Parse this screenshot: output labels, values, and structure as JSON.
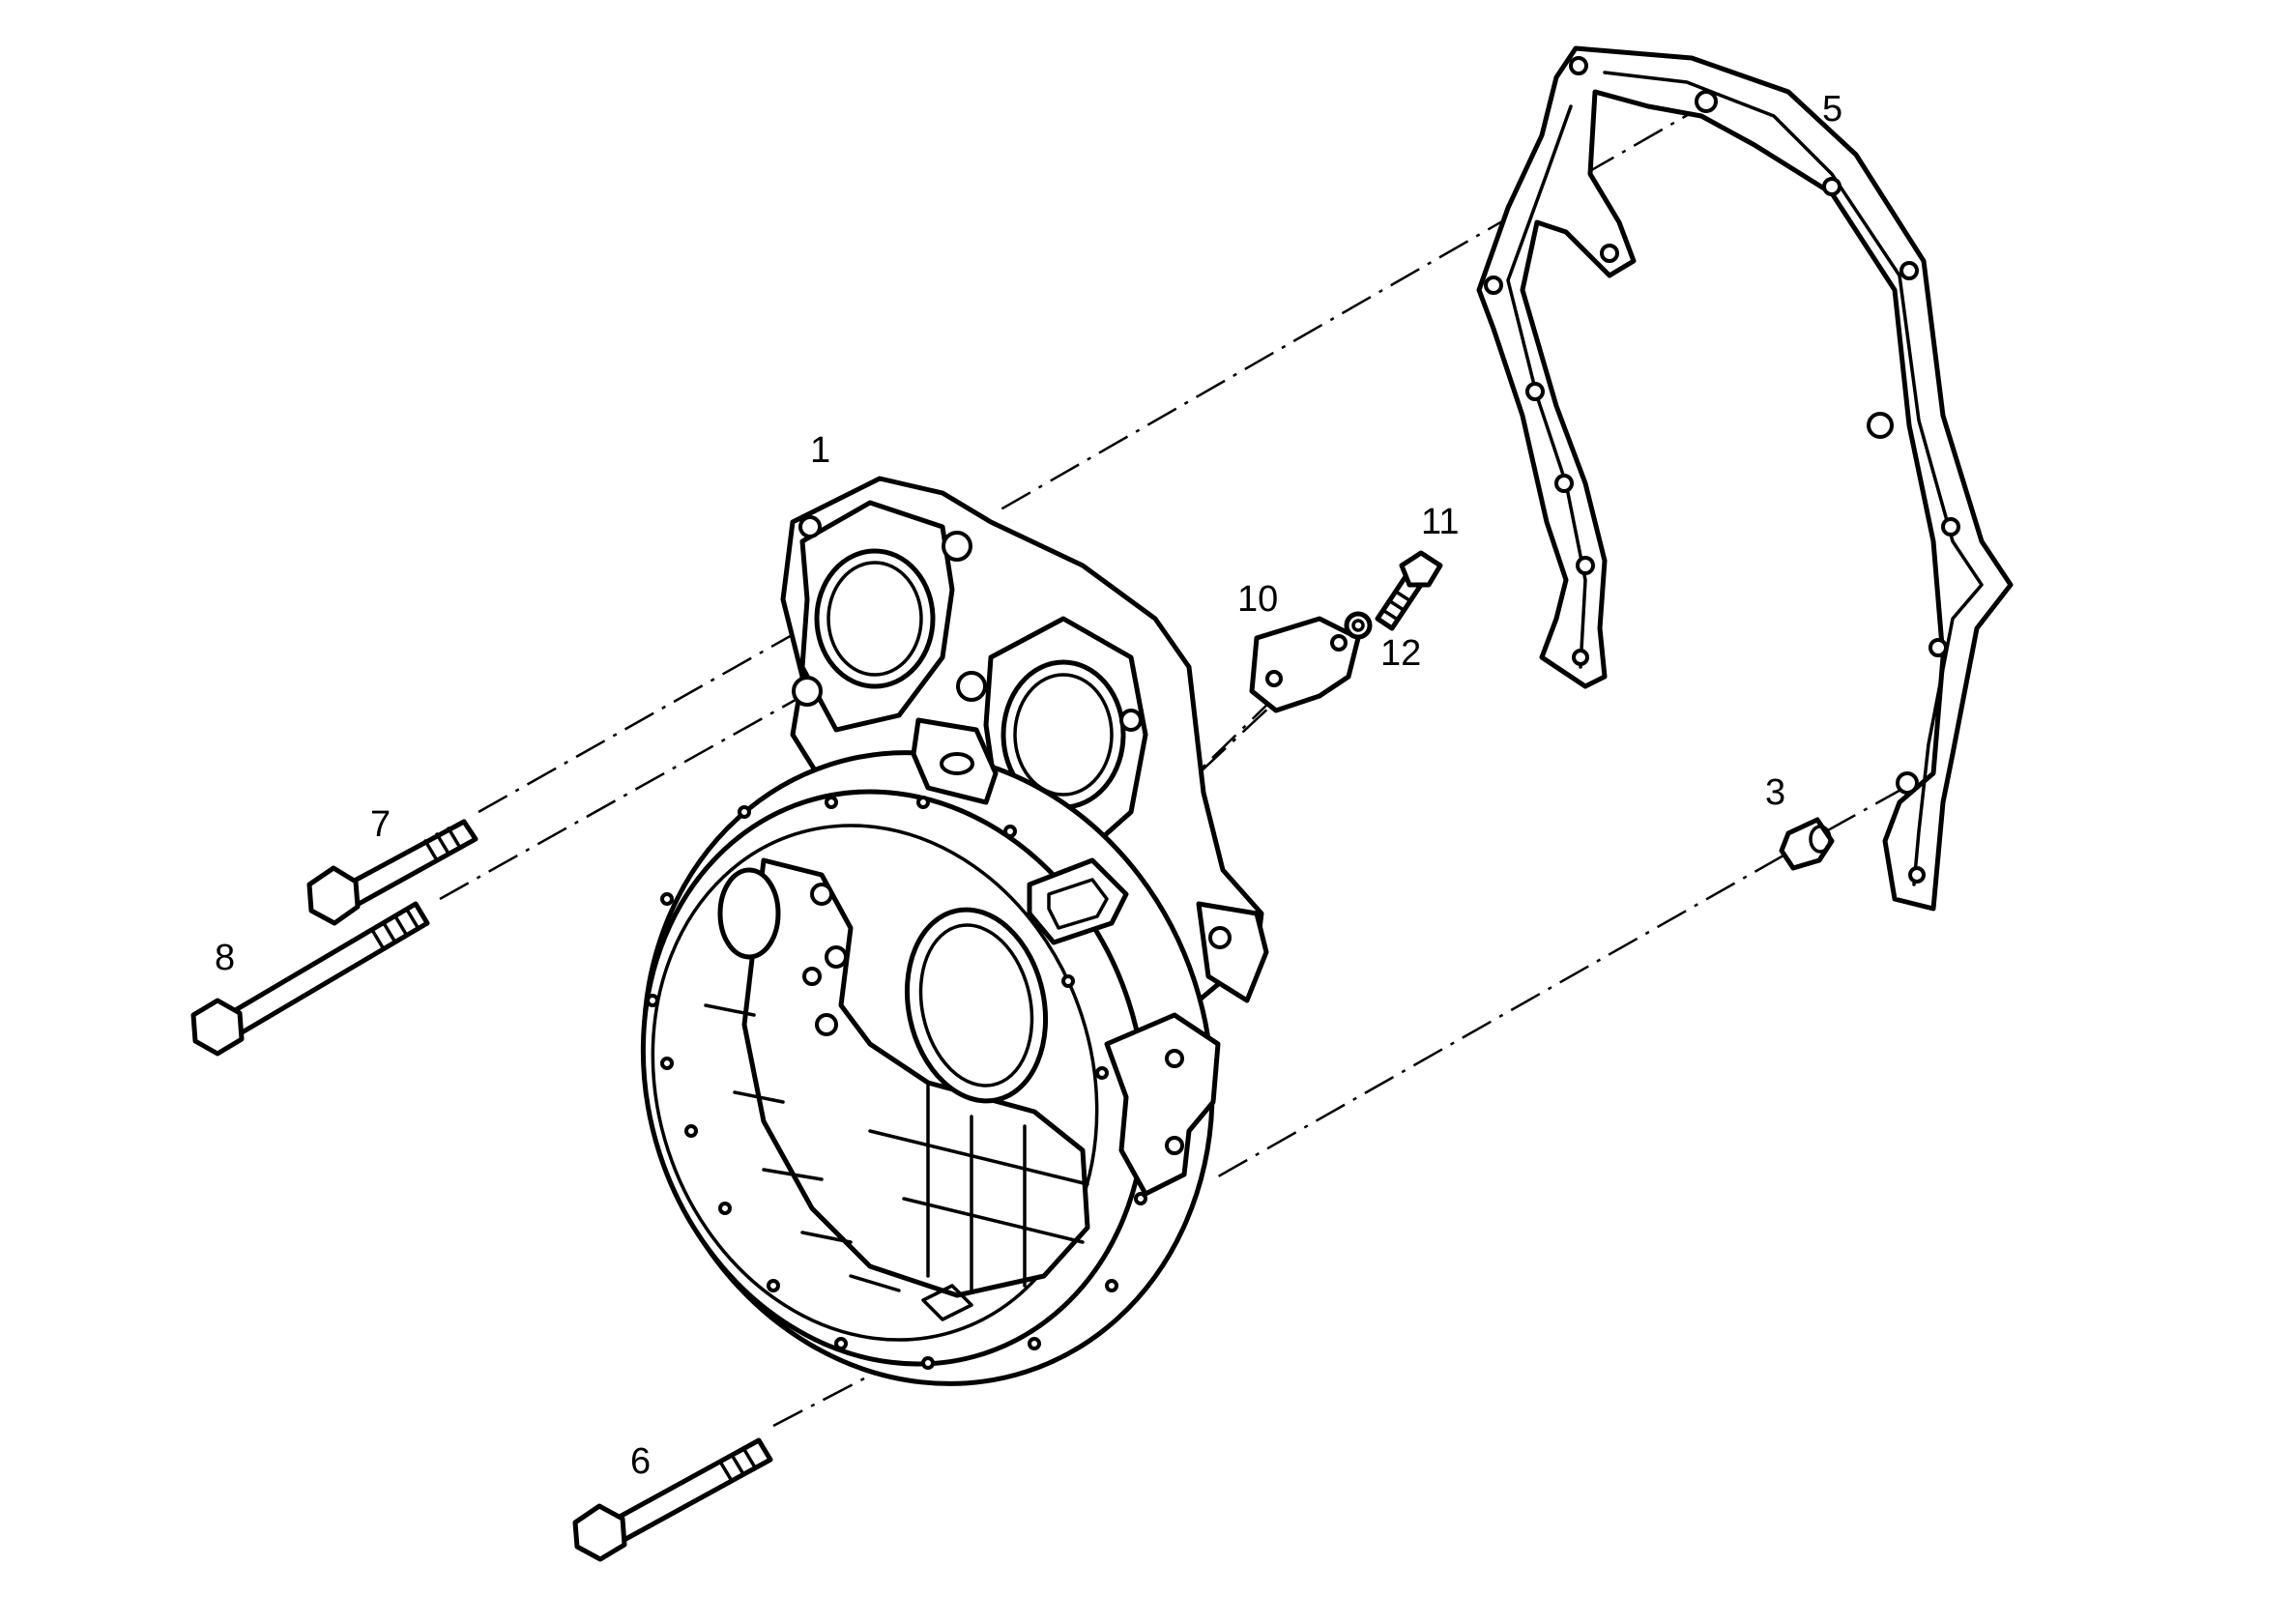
{
  "callouts": {
    "c1": "1",
    "c3": "3",
    "c5": "5",
    "c6": "6",
    "c7": "7",
    "c8": "8",
    "c10": "10",
    "c11": "11",
    "c12": "12"
  },
  "colors": {
    "ink": "#000000",
    "paper": "#ffffff"
  }
}
